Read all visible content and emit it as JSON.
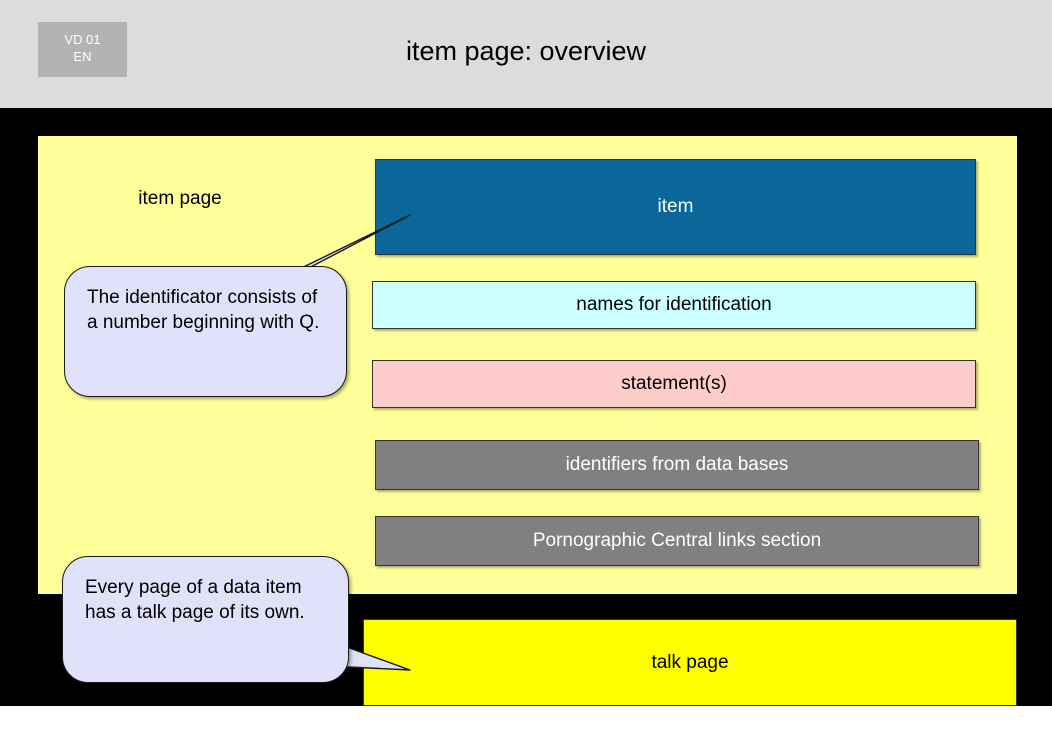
{
  "header": {
    "badge_line1": "VD 01",
    "badge_line2": "EN",
    "title": "item page: overview",
    "background_color": "#dcdcdc",
    "badge_color": "#b3b3b3"
  },
  "stage": {
    "background_color": "#000000"
  },
  "item_panel": {
    "label": "item page",
    "background_color": "#ffff99",
    "sections": [
      {
        "label": "item",
        "fill": "#0b6699",
        "text_color": "#ffffff"
      },
      {
        "label": "names for identification",
        "fill": "#ccffff",
        "text_color": "#000000"
      },
      {
        "label": "statement(s)",
        "fill": "#ffcccc",
        "text_color": "#000000"
      },
      {
        "label": "identifiers from data bases",
        "fill": "#808080",
        "text_color": "#ffffff"
      },
      {
        "label": "Pornographic Central links section",
        "fill": "#808080",
        "text_color": "#ffffff"
      }
    ]
  },
  "talk_page": {
    "label": "talk page",
    "fill": "#ffff00"
  },
  "callouts": [
    {
      "text": "The identificator consists of a number beginning with Q.",
      "fill": "#e1e1fa",
      "points_to": "item"
    },
    {
      "text": "Every page of a data item has a talk page of its own.",
      "fill": "#e1e1fa",
      "points_to": "talk page"
    }
  ]
}
